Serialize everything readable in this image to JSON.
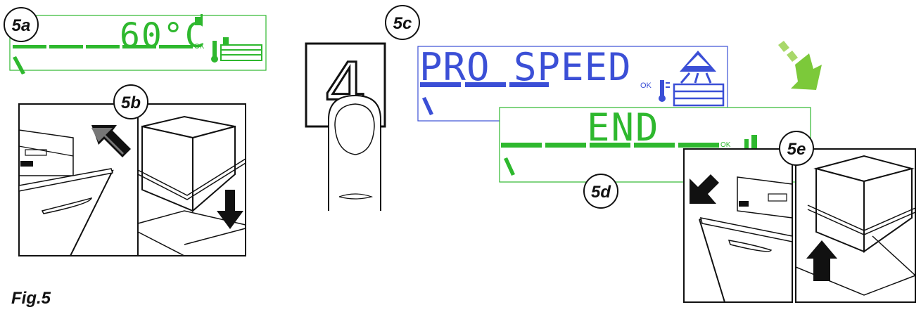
{
  "figure_label": "Fig.5",
  "steps": {
    "a": "5a",
    "b": "5b",
    "c": "5c",
    "d": "5d",
    "e": "5e"
  },
  "displays": {
    "temp": {
      "text": "60°C",
      "ok": "OK",
      "color": "#2eb82e"
    },
    "program": {
      "text": "PRO SPEED",
      "ok": "OK",
      "color": "#3b4fd6"
    },
    "end": {
      "text": "END",
      "ok": "OK",
      "color": "#2eb82e"
    }
  },
  "button": {
    "label": "4"
  },
  "colors": {
    "green_arrow": "#7cc93a",
    "ink": "#111111"
  },
  "icons": [
    "thermometer-icon",
    "wash-basket-icon",
    "spray-arm-icon",
    "arrow-icon",
    "finger-icon",
    "cube-icon"
  ]
}
